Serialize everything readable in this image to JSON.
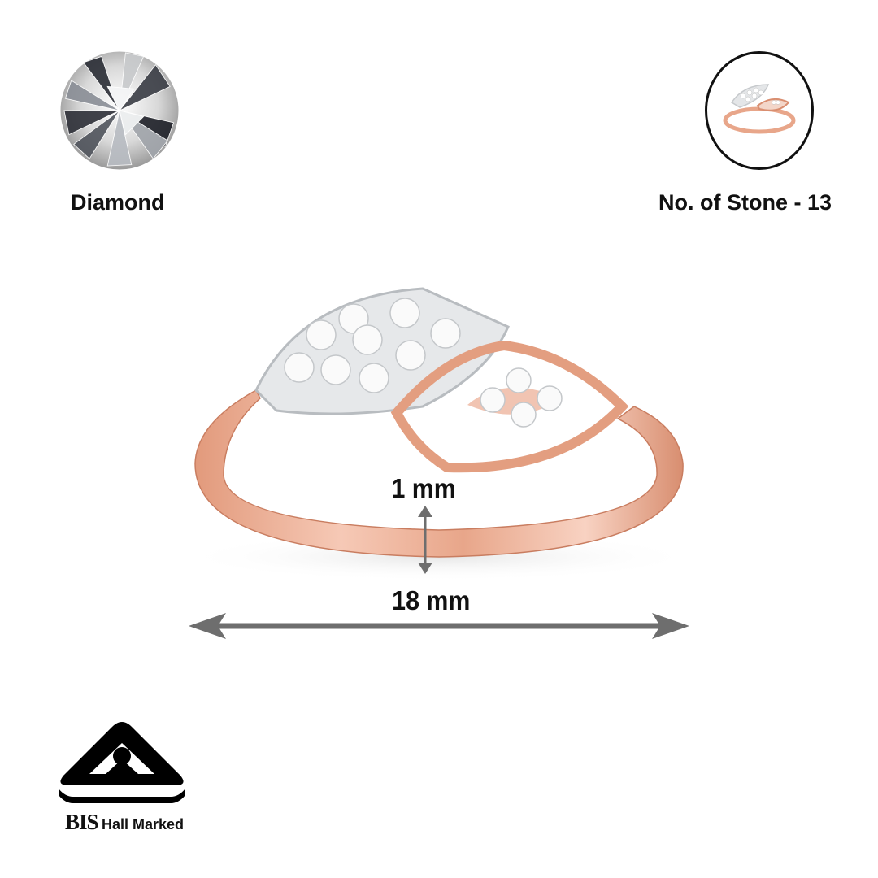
{
  "features": {
    "stone_type": {
      "icon": "diamond-icon",
      "label": "Diamond"
    },
    "stone_count": {
      "icon": "ring-thumbnail",
      "label": "No. of Stone - 13"
    }
  },
  "dimensions": {
    "band_width": "1 mm",
    "ring_width": "18 mm"
  },
  "certification": {
    "icon": "bis-hallmark-icon",
    "brand": "BIS",
    "label": "Hall Marked"
  },
  "colors": {
    "rose_gold": "#e8a68a",
    "white_gold": "#e6e8ea",
    "arrow_gray": "#6e6e6e",
    "text": "#111111"
  }
}
